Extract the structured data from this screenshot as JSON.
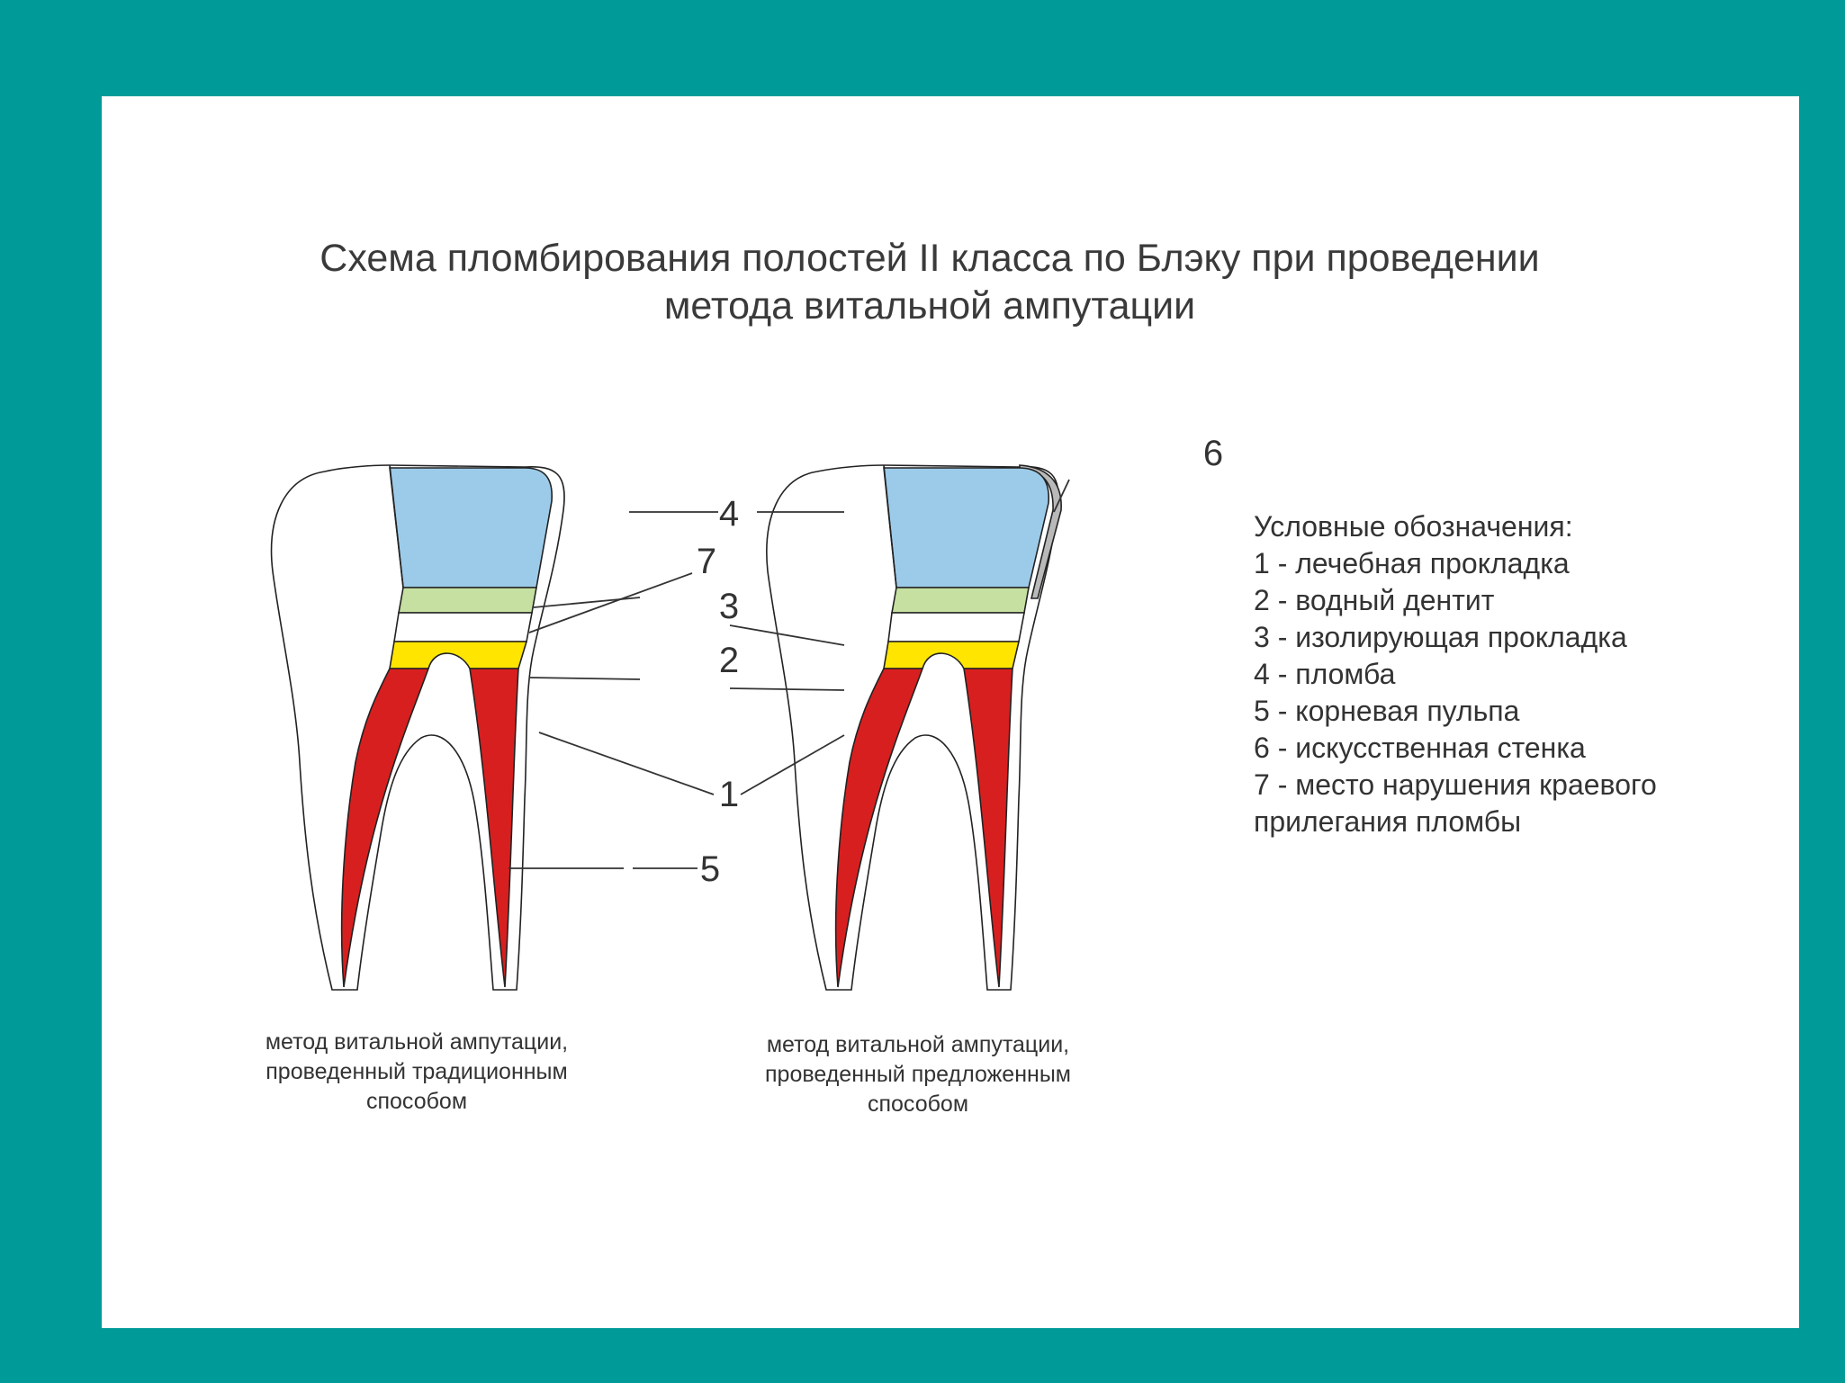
{
  "title": {
    "line1": "Схема пломбирования полостей II класса по Блэку при проведении",
    "line2": "метода витальной ампутации"
  },
  "colors": {
    "background": "#009b98",
    "filling": "#9ccbe9",
    "insulating_liner": "#c5e0a0",
    "treatment_liner": "#ffe500",
    "root_pulp": "#d81f1f",
    "artificial_wall": "#b9b9b9"
  },
  "markers": {
    "m1": "1",
    "m2": "2",
    "m3": "3",
    "m4": "4",
    "m5": "5",
    "m6": "6",
    "m7": "7"
  },
  "captions": {
    "left": [
      "метод витальной ампутации,",
      "проведенный традиционным",
      "способом"
    ],
    "right": [
      "метод витальной ампутации,",
      "проведенный предложенным",
      "способом"
    ]
  },
  "legend": {
    "heading": "Условные обозначения:",
    "items": [
      "1 - лечебная прокладка",
      "2 - водный дентит",
      "3 - изолирующая прокладка",
      "4 - пломба",
      "5 - корневая пульпа",
      "6 - искусственная стенка",
      "7 - место нарушения краевого",
      "прилегания пломбы"
    ]
  }
}
